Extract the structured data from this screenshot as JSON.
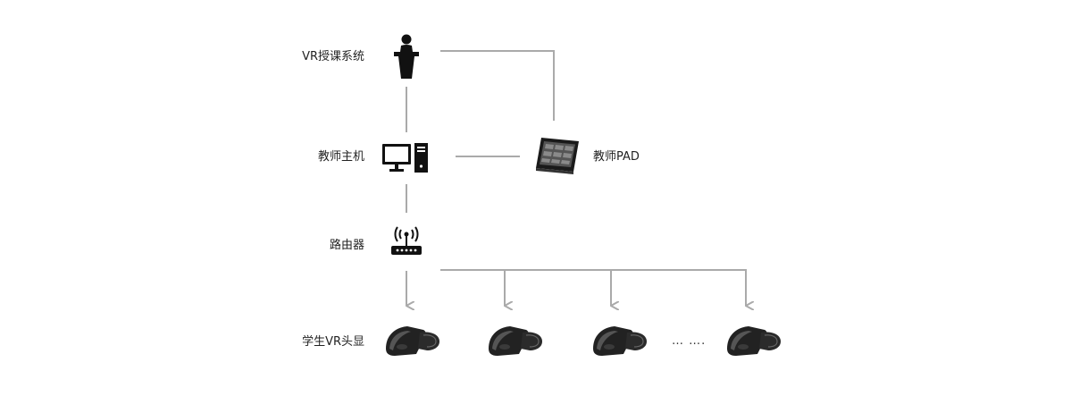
{
  "labels": {
    "vr_teaching_system": "VR授课系统",
    "teacher_host": "教师主机",
    "router": "路由器",
    "student_headsets": "学生VR头显",
    "teacher_pad": "教师PAD"
  },
  "ellipsis": "…  ….",
  "icons": {
    "podium": "podium-icon",
    "computer": "desktop-computer-icon",
    "router": "wifi-router-icon",
    "tablet": "tablet-icon",
    "headset": "vr-headset-icon"
  },
  "colors": {
    "connector": "#aaaaaa",
    "icon": "#111111",
    "text": "#222222"
  }
}
